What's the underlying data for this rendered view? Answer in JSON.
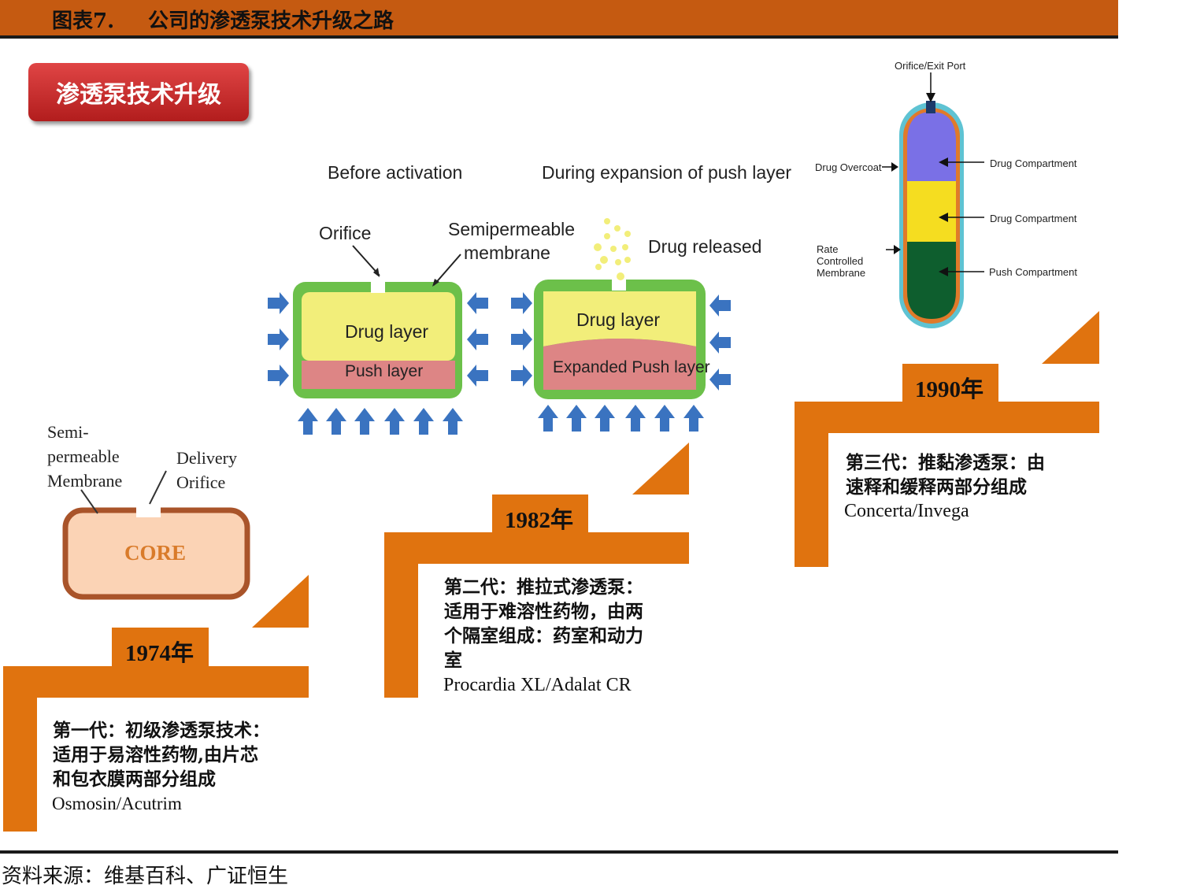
{
  "header": {
    "figure_label": "图表7.",
    "title": "公司的渗透泵技术升级之路",
    "bg_color": "#c55a11"
  },
  "badge": {
    "label": "渗透泵技术升级"
  },
  "gen1": {
    "year": "1974年",
    "label_semi": [
      "Semi-",
      "permeable",
      "Membrane"
    ],
    "label_delivery": [
      "Delivery",
      "Orifice"
    ],
    "core": "CORE",
    "desc": [
      "第一代：初级渗透泵技术：",
      "适用于易溶性药物,由片芯",
      "和包衣膜两部分组成"
    ],
    "product": "Osmosin/Acutrim"
  },
  "gen2": {
    "year": "1982年",
    "before_title": "Before activation",
    "during_title": "During expansion of push layer",
    "orifice": "Orifice",
    "membrane": [
      "Semipermeable",
      "membrane"
    ],
    "drug_released": "Drug released",
    "drug_layer": "Drug layer",
    "push_layer": "Push layer",
    "expanded_push_layer": "Expanded Push layer",
    "desc": [
      "第二代：推拉式渗透泵：",
      "适用于难溶性药物，由两",
      "个隔室组成：药室和动力",
      "室"
    ],
    "product": "Procardia XL/Adalat CR"
  },
  "gen3": {
    "year": "1990年",
    "orifice_exit": "Orifice/Exit Port",
    "drug_overcoat": "Drug Overcoat",
    "rate_controlled": [
      "Rate",
      "Controlled",
      "Membrane"
    ],
    "drug_compartment_1": "Drug Compartment",
    "drug_compartment_2": "Drug Compartment",
    "push_compartment": "Push Compartment",
    "desc": [
      "第三代：推黏渗透泵：由",
      "速释和缓释两部分组成"
    ],
    "product": "Concerta/Invega"
  },
  "footer": {
    "source": "资料来源：维基百科、广证恒生"
  },
  "colors": {
    "step_orange": "#e0730f",
    "badge_red": "#c82828",
    "tablet_green": "#6cc04a",
    "drug_yellow": "#f2ee7a",
    "push_pink": "#dd8585",
    "arrow_blue": "#3a73c0",
    "core_fill": "#fbd3b5",
    "core_border": "#a9542a",
    "core_text": "#d97b2a",
    "capsule_teal": "#5ec3d3",
    "capsule_blue": "#7a70e6",
    "capsule_yellow": "#f5dd20",
    "capsule_green": "#0e5e2e"
  }
}
